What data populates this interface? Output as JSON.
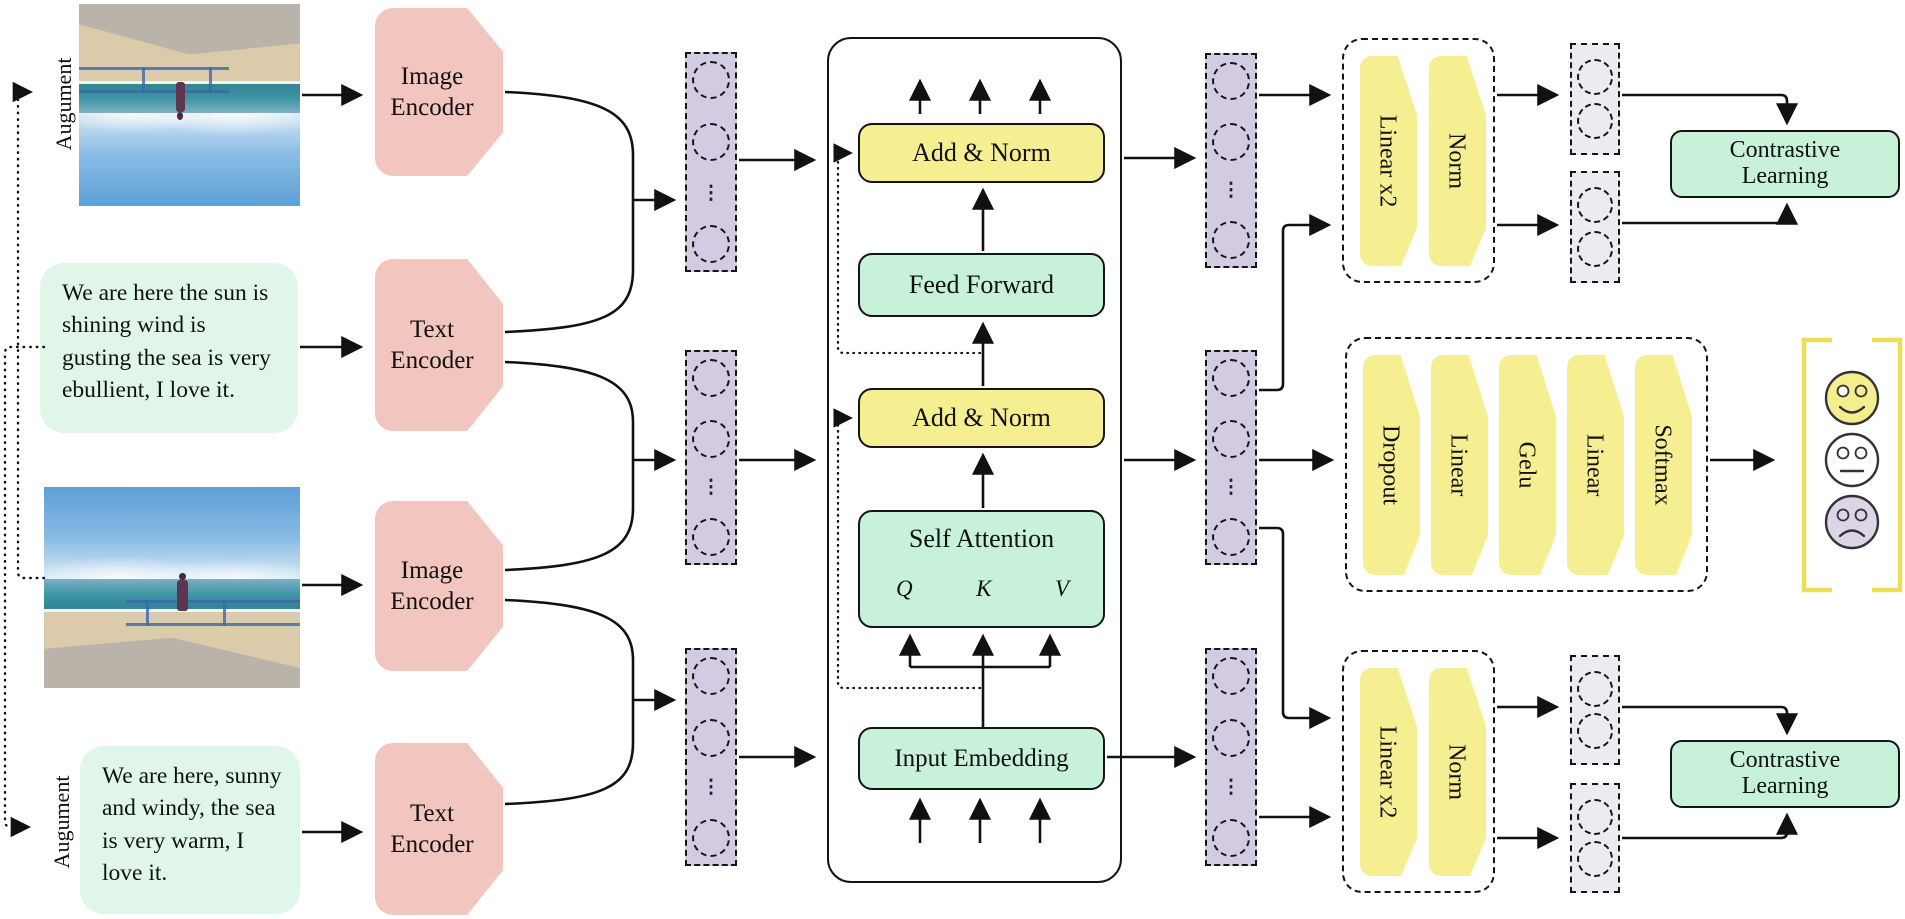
{
  "colors": {
    "pink": "#F2C6BE",
    "mint": "#DFF6E9",
    "green": "#C7F2D9",
    "yellow": "#F6EF92",
    "lavender": "#D2CBE1",
    "lavenderLight": "#EDEBF2",
    "ink": "#151515",
    "bracket": "#EDDE55",
    "happy": "#F5EE8E",
    "neutralFace": "#FFFFFF",
    "sad": "#DDD4E8"
  },
  "labels": {
    "augment_top": "Augument",
    "augment_bottom": "Augument",
    "text_sample_top": "We are here the sun is shining wind is gusting the sea is very ebullient, I love it.",
    "text_sample_bottom": "We are here, sunny and windy, the sea is very warm, I love it.",
    "image_encoder_top": "Image Encoder",
    "text_encoder_top": "Text Encoder",
    "image_encoder_bottom": "Image Encoder",
    "text_encoder_bottom": "Text Encoder"
  },
  "transformer": {
    "add_norm_top": "Add & Norm",
    "feed_forward": "Feed Forward",
    "add_norm_mid": "Add & Norm",
    "self_attention": "Self Attention",
    "q": "Q",
    "k": "K",
    "v": "V",
    "input_embedding": "Input Embedding"
  },
  "projection_top": {
    "linear": "Linear x2",
    "norm": "Norm"
  },
  "projection_bottom": {
    "linear": "Linear x2",
    "norm": "Norm"
  },
  "classifier": {
    "layers": [
      "Dropout",
      "Linear",
      "Gelu",
      "Linear",
      "Softmax"
    ]
  },
  "contrastive_top": {
    "line1": "Contrastive",
    "line2": "Learning"
  },
  "contrastive_bottom": {
    "line1": "Contrastive",
    "line2": "Learning"
  },
  "sentiment_icons": [
    "happy-face",
    "neutral-face",
    "sad-face"
  ]
}
